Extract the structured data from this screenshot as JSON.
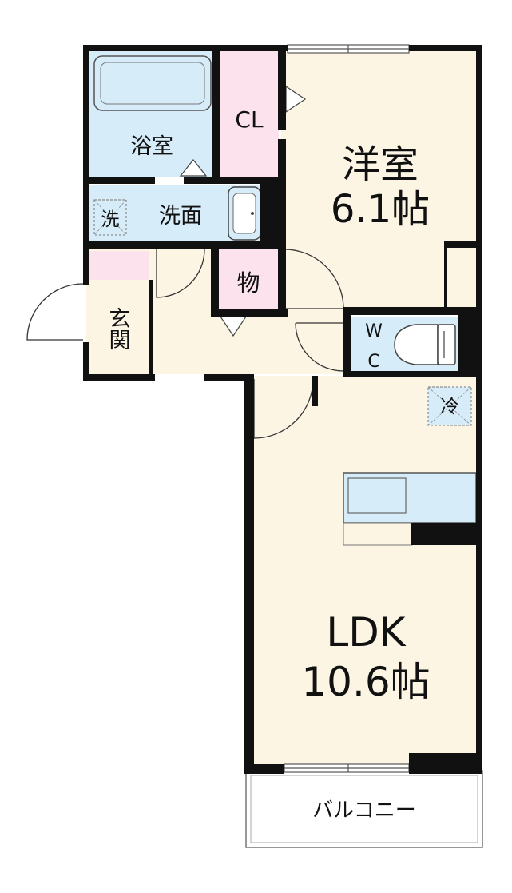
{
  "rooms": {
    "western": {
      "name": "洋室",
      "size": "6.1帖"
    },
    "ldk": {
      "name": "LDK",
      "size": "10.6帖"
    },
    "bath": {
      "name": "浴室"
    },
    "washroom": {
      "name": "洗面"
    },
    "closet": {
      "name": "CL"
    },
    "storage": {
      "name": "物"
    },
    "entrance": {
      "name": "玄関"
    },
    "wc": {
      "line1": "W",
      "line2": "C"
    },
    "balcony": {
      "name": "バルコニー"
    }
  },
  "fixtures": {
    "washer": "洗",
    "fridge": "冷"
  },
  "colors": {
    "room_fill": "#fcf5e4",
    "wet_fill": "#d6ecf9",
    "closet_fill": "#fbe2ec",
    "wall": "#111111"
  }
}
